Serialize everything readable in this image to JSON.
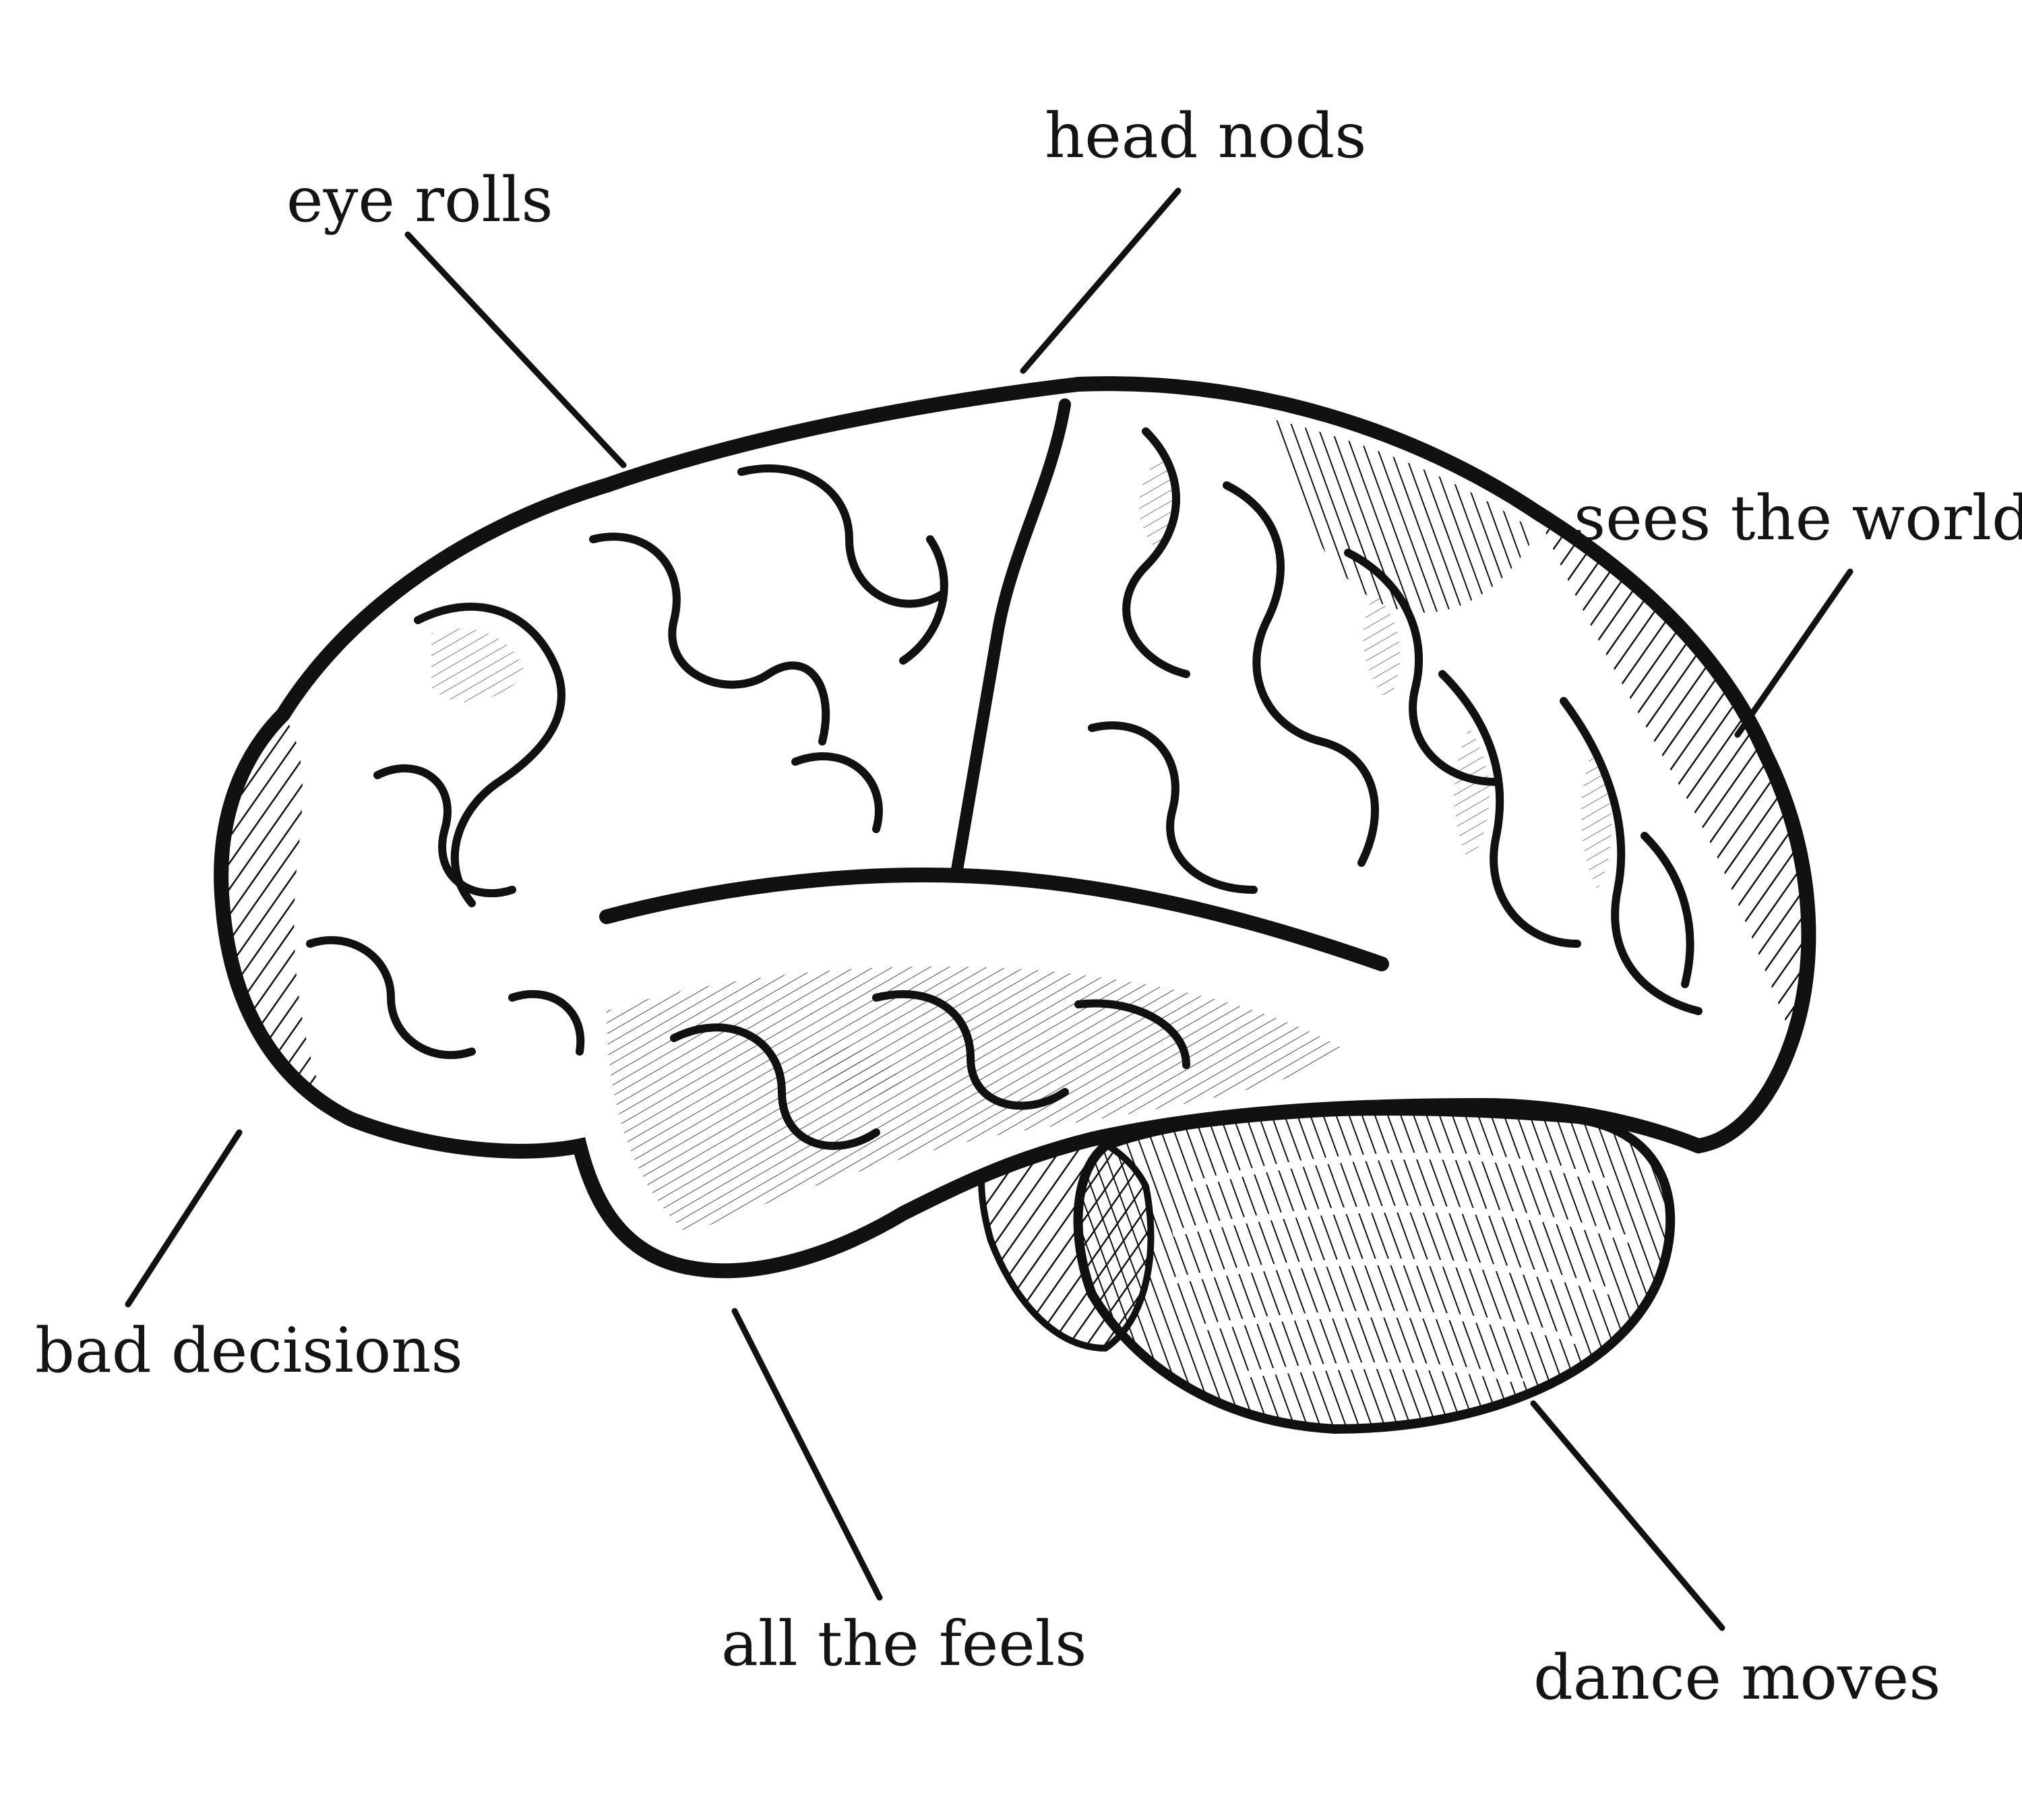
{
  "colors": {
    "ink": "#111111",
    "background": "#ffffff",
    "label": "#141414"
  },
  "illustration": {
    "subject": "human-brain-lateral-view",
    "style": "vintage-engraving"
  },
  "labels": {
    "eye_rolls": "eye rolls",
    "head_nods": "head nods",
    "sees_the_world": "sees the world",
    "bad_decisions": "bad decisions",
    "all_the_feels": "all the feels",
    "dance_moves": "dance moves"
  }
}
